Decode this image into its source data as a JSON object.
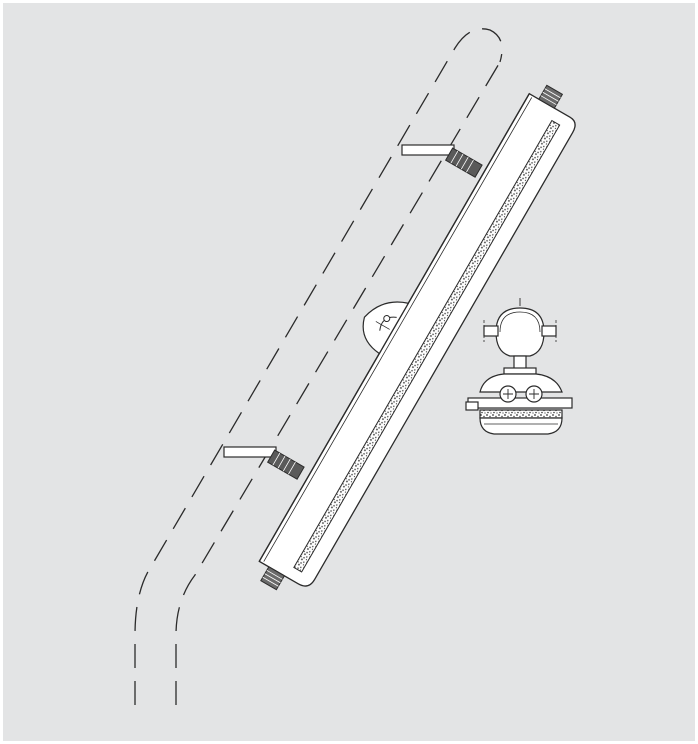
{
  "figure": {
    "background": "#e3e4e5",
    "line_color": "#2b2b2b",
    "fill_color": "#ffffff",
    "insulation_color": "#c9c9c9",
    "components": [
      "dashed-pipe-outline",
      "insulated-luminaire-body",
      "end-cap-top",
      "end-cap-bottom",
      "pipe-clamp-bracket-upper",
      "pipe-clamp-bracket-lower",
      "mounting-shield",
      "cross-section-detail"
    ]
  }
}
